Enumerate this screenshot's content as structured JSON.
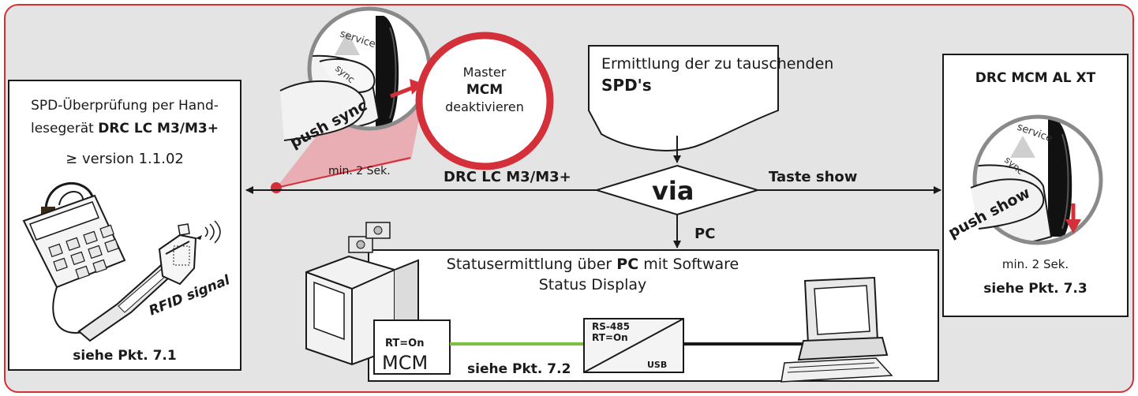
{
  "colors": {
    "accent_red": "#d3303a",
    "frame_bg": "#e4e4e4",
    "cable_green": "#7cbf3a"
  },
  "left_panel": {
    "line1": "SPD-Überprüfung per Hand-",
    "line2_prefix": "lesegerät ",
    "line2_bold": "DRC LC M3/M3+",
    "line3": "≥ version 1.1.02",
    "rfid_label": "RFID signal",
    "ref": "siehe Pkt.  7.1"
  },
  "top_left_graphic": {
    "button_label_service": "service",
    "button_label_sync": "sync",
    "push_label": "push sync",
    "duration": "min. 2 Sek."
  },
  "master_bubble": {
    "line1": "Master",
    "line2": "MCM",
    "line3": "deaktivieren"
  },
  "callout": {
    "line1": "Ermittlung der zu tauschenden",
    "line2": "SPD's"
  },
  "decision": {
    "label": "via",
    "left_branch": "DRC LC M3/M3+",
    "right_branch": "Taste show",
    "down_branch": "PC"
  },
  "right_panel": {
    "title": "DRC MCM AL XT",
    "button_label_service": "service",
    "button_label_sync": "sync",
    "push_label": "push show",
    "duration": "min. 2 Sek.",
    "ref": "siehe Pkt.  7.3"
  },
  "bottom_panel": {
    "line1_prefix": "Statusermittlung über ",
    "line1_bold": "PC",
    "line1_suffix": " mit Software",
    "line2": "Status Display",
    "mcm_box_rt": "RT=On",
    "mcm_box_label": "MCM",
    "converter_line1": "RS-485",
    "converter_line2": "RT=On",
    "converter_usb": "USB",
    "ref": "siehe Pkt.  7.2"
  }
}
